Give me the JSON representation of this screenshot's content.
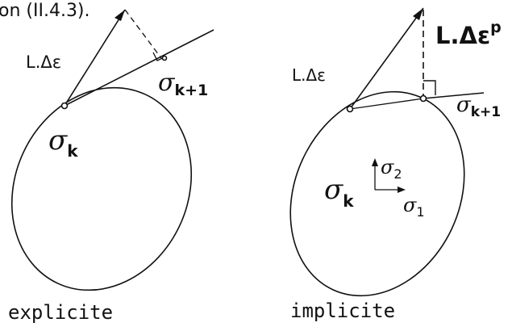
{
  "header": {
    "partial_text": "on (II.4.3)."
  },
  "explicit": {
    "caption": "explicite",
    "strain_label": "L.Δε",
    "sigma_k": {
      "symbol": "σ",
      "subscript": "k"
    },
    "sigma_k1": {
      "symbol": "σ",
      "subscript": "k+1"
    }
  },
  "implicit": {
    "caption": "implicite",
    "strain_label": "L.Δε",
    "plastic_label": {
      "main": "L.Δε",
      "superscript": "p"
    },
    "sigma_k": {
      "symbol": "σ",
      "subscript": "k"
    },
    "sigma_k1": {
      "symbol": "σ",
      "subscript": "k+1"
    },
    "axes": {
      "sigma_2": {
        "symbol": "σ",
        "subscript": "2"
      },
      "sigma_1": {
        "symbol": "σ",
        "subscript": "1"
      }
    }
  }
}
